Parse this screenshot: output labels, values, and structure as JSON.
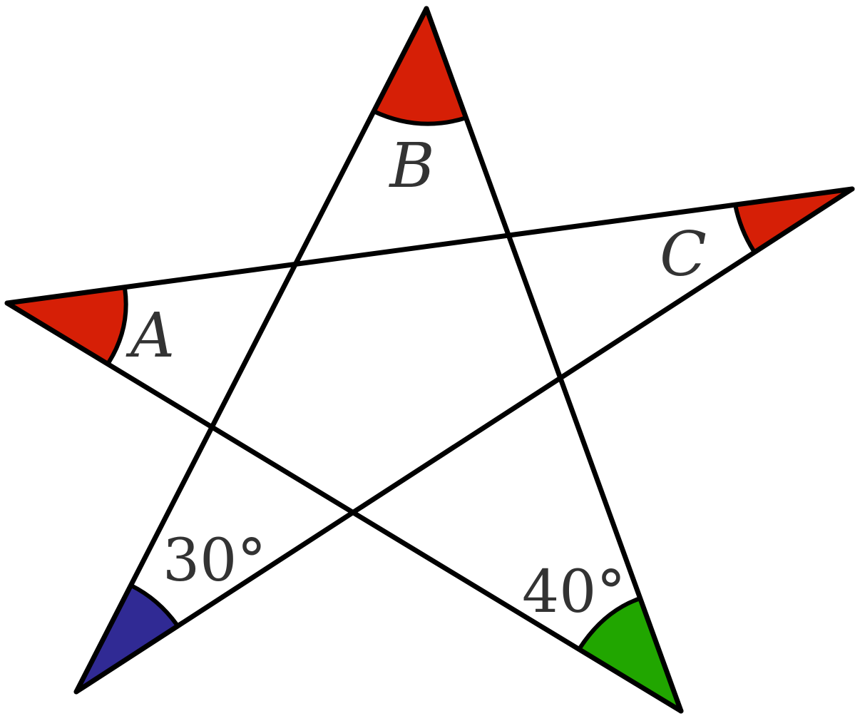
{
  "diagram": {
    "labels": {
      "a": "A",
      "b": "B",
      "c": "C",
      "angle_30": "30°",
      "angle_40": "40°"
    },
    "colors": {
      "stroke": "#000000",
      "red_wedge": "#d61f06",
      "blue_wedge": "#302a94",
      "green_wedge": "#21a600",
      "label_text": "#333333",
      "background": "#ffffff"
    }
  }
}
